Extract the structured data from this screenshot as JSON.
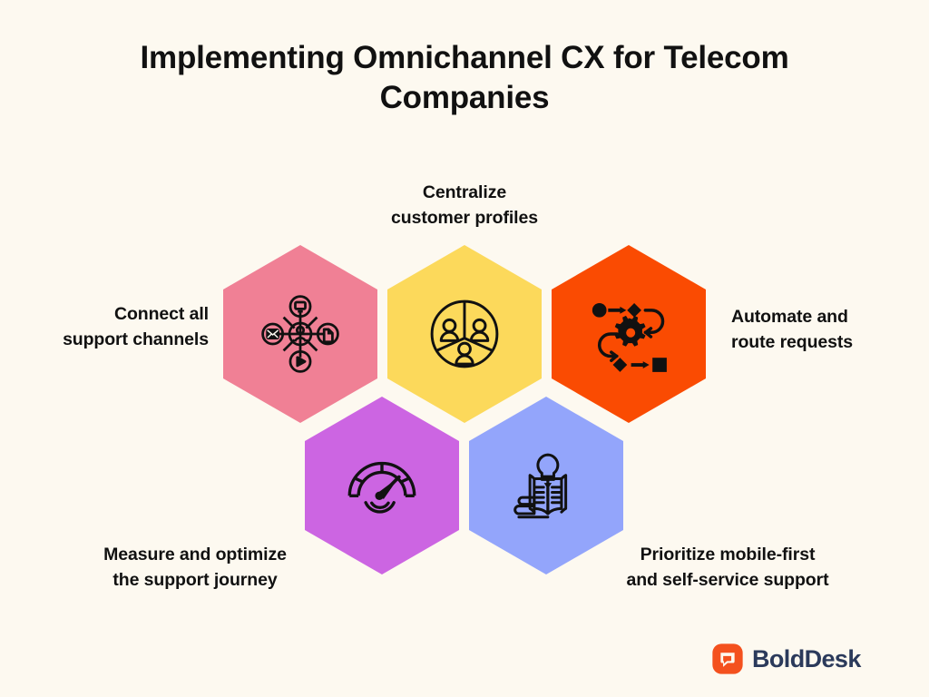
{
  "page": {
    "background_color": "#FDF9F0",
    "title": "Implementing Omnichannel CX for Telecom Companies"
  },
  "hexagons": [
    {
      "id": "channels",
      "icon": "omnichannel-network-icon",
      "color": "#F08095",
      "label": "Connect all\nsupport channels"
    },
    {
      "id": "profiles",
      "icon": "customer-profiles-circle-icon",
      "color": "#FCD95B",
      "label": "Centralize\ncustomer profiles"
    },
    {
      "id": "automate",
      "icon": "workflow-automation-gear-icon",
      "color": "#FA4B02",
      "label": "Automate and\nroute requests"
    },
    {
      "id": "measure",
      "icon": "speedometer-gauge-icon",
      "color": "#CC65E2",
      "label": "Measure and optimize\nthe support journey"
    },
    {
      "id": "mobile",
      "icon": "knowledge-base-book-bulb-icon",
      "color": "#93A5FB",
      "label": "Prioritize mobile-first\nand self-service support"
    }
  ],
  "logo": {
    "name": "BoldDesk",
    "mark_color": "#F4511E",
    "text_color": "#2B3A5B"
  }
}
